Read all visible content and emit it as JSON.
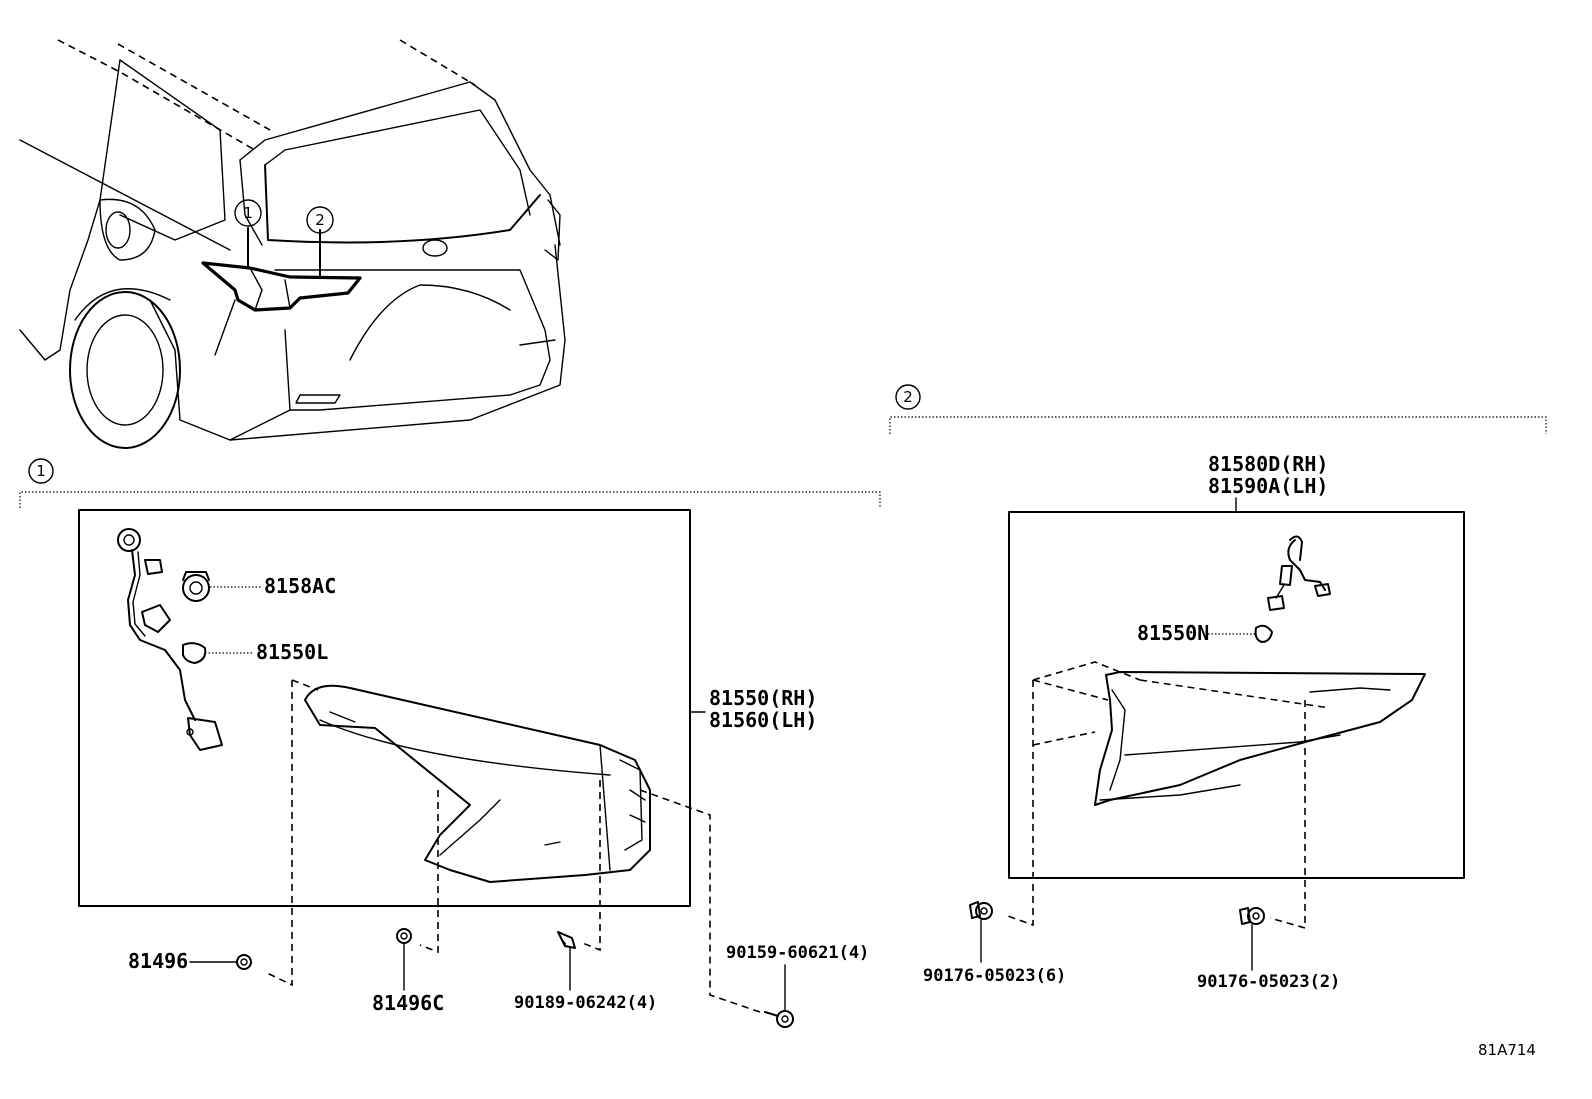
{
  "callouts": {
    "one": "1",
    "two": "2"
  },
  "parts": {
    "socket": "8158AC",
    "bulb_l": "81550L",
    "lamp_rh": "81550(RH)",
    "lamp_lh": "81560(LH)",
    "inner_rh": "81580D(RH)",
    "inner_lh": "81590A(LH)",
    "bulb_n": "81550N",
    "nut_81496": "81496",
    "nut_81496c": "81496C",
    "screw_90189": "90189-06242(4)",
    "screw_90159": "90159-60621(4)",
    "screw_90176_6": "90176-05023(6)",
    "screw_90176_2": "90176-05023(2)"
  },
  "illustration_code": "81A714"
}
